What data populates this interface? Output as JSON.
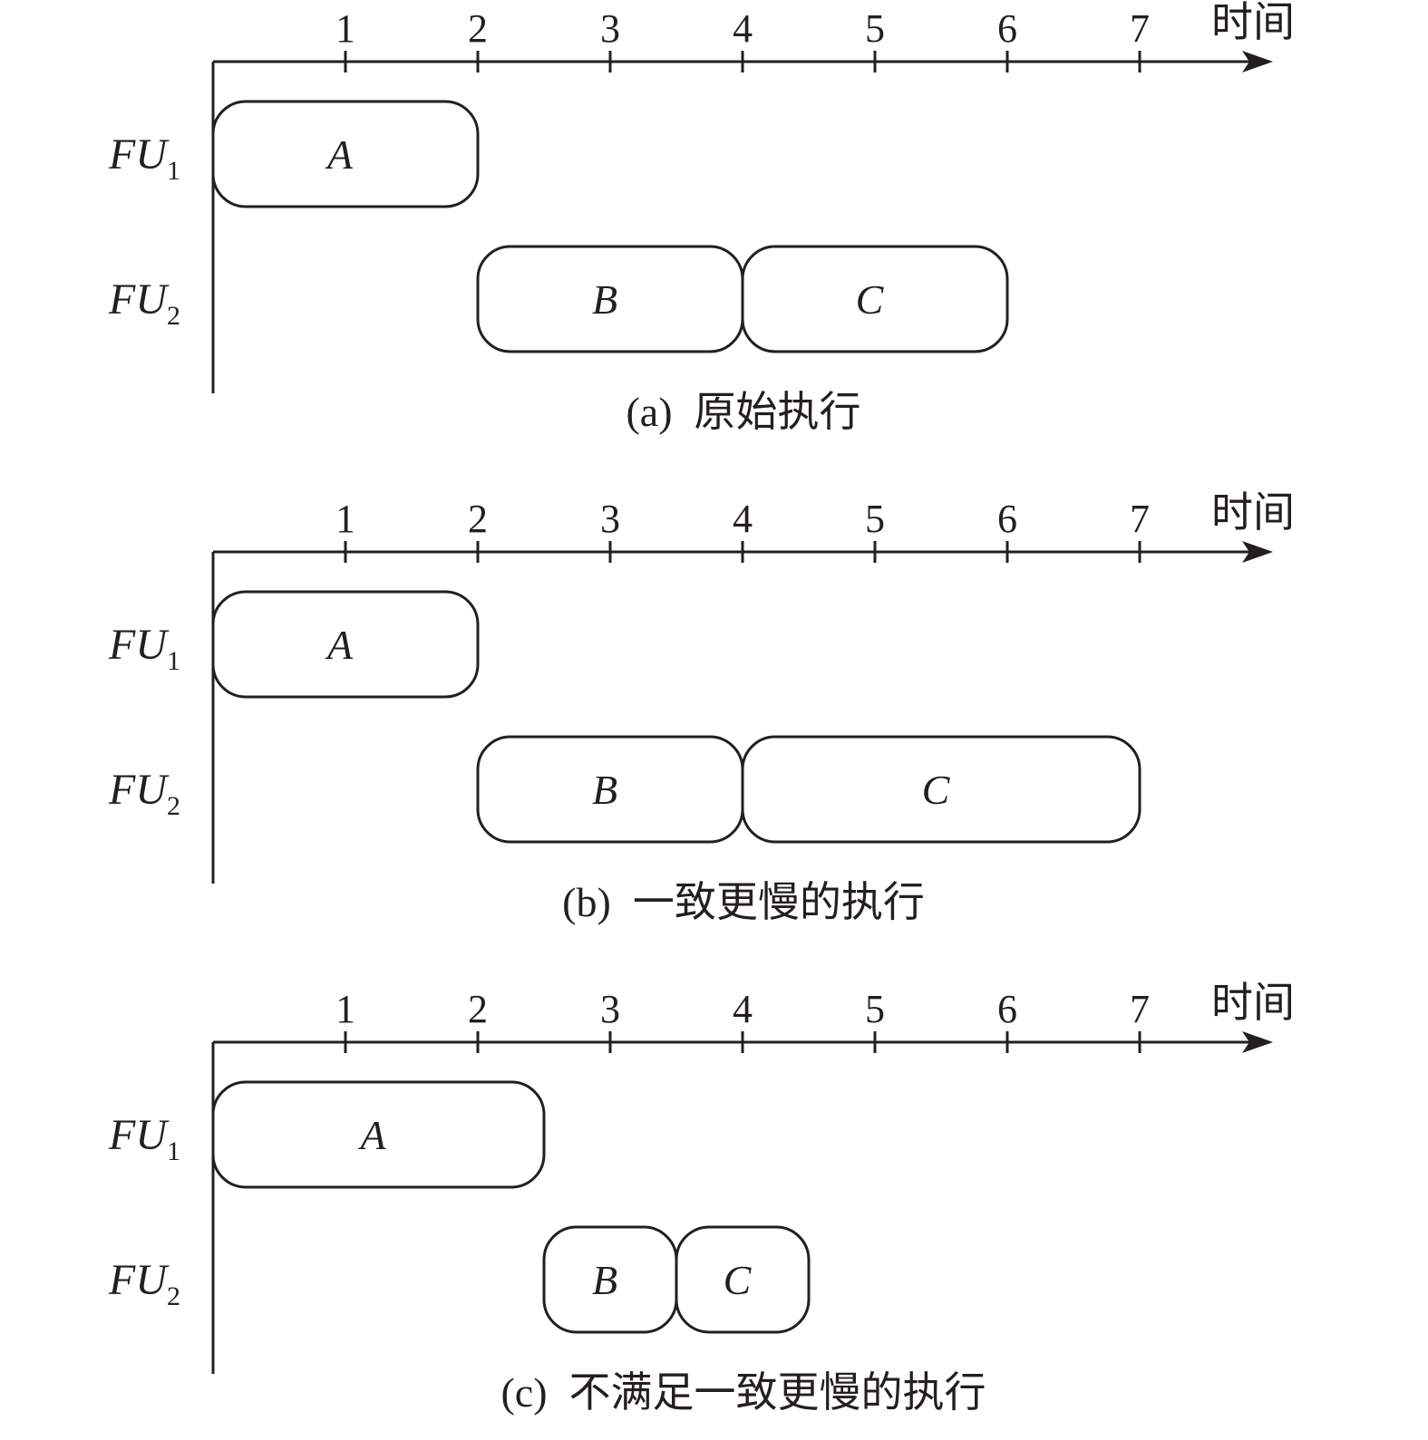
{
  "time_axis": {
    "label": "时间",
    "ticks": [
      1,
      2,
      3,
      4,
      5,
      6,
      7
    ]
  },
  "row_labels": [
    {
      "main": "FU",
      "sub": "1"
    },
    {
      "main": "FU",
      "sub": "2"
    }
  ],
  "panels": [
    {
      "caption_id": "(a)",
      "caption_text": "原始执行",
      "tasks": [
        {
          "name": "A",
          "unit": 0,
          "start": 0,
          "end": 2
        },
        {
          "name": "B",
          "unit": 1,
          "start": 2,
          "end": 4
        },
        {
          "name": "C",
          "unit": 1,
          "start": 4,
          "end": 6
        }
      ]
    },
    {
      "caption_id": "(b)",
      "caption_text": "一致更慢的执行",
      "tasks": [
        {
          "name": "A",
          "unit": 0,
          "start": 0,
          "end": 2
        },
        {
          "name": "B",
          "unit": 1,
          "start": 2,
          "end": 4
        },
        {
          "name": "C",
          "unit": 1,
          "start": 4,
          "end": 7
        }
      ]
    },
    {
      "caption_id": "(c)",
      "caption_text": "不满足一致更慢的执行",
      "tasks": [
        {
          "name": "A",
          "unit": 0,
          "start": 0,
          "end": 2.5
        },
        {
          "name": "B",
          "unit": 1,
          "start": 2.5,
          "end": 3.5
        },
        {
          "name": "C",
          "unit": 1,
          "start": 3.5,
          "end": 4.5
        }
      ]
    }
  ]
}
